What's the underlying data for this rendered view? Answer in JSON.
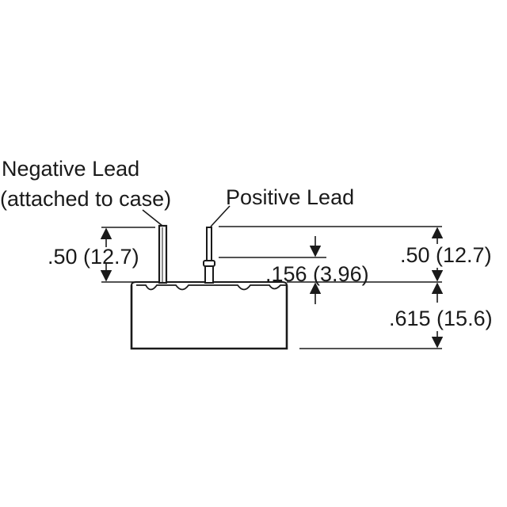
{
  "labels": {
    "negative_lead_line1": "Negative Lead",
    "negative_lead_line2": "(attached to case)",
    "positive_lead": "Positive Lead",
    "dim_left_lead": ".50 (12.7)",
    "dim_right_lead": ".50 (12.7)",
    "dim_inner": ".156 (3.96)",
    "dim_body": ".615 (15.6)"
  },
  "colors": {
    "ink": "#1a1a1a",
    "background": "#ffffff"
  }
}
